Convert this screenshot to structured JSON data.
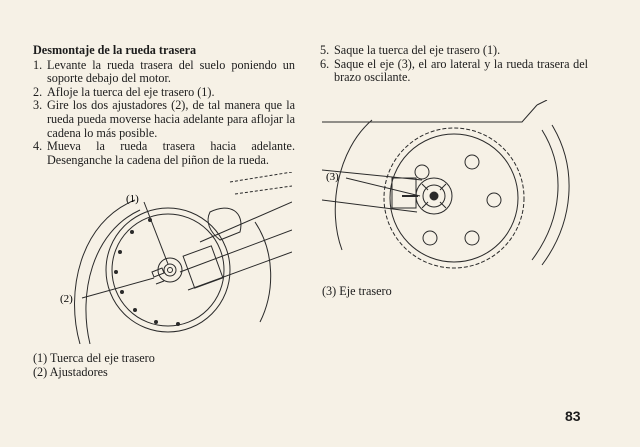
{
  "heading": "Desmontaje de la rueda trasera",
  "steps": [
    {
      "num": "1.",
      "text": "Levante la rueda trasera del suelo poniendo un soporte debajo del motor."
    },
    {
      "num": "2.",
      "text": "Afloje la tuerca del eje trasero (1)."
    },
    {
      "num": "3.",
      "text": "Gire los dos ajustadores (2), de tal manera que la rueda pueda moverse hacia adelante para aflojar la cadena lo más posible."
    },
    {
      "num": "4.",
      "text": "Mueva la rueda trasera hacia adelante. Desenganche la cadena del piñon de la rueda."
    },
    {
      "num": "5.",
      "text": "Saque la tuerca del eje trasero (1)."
    },
    {
      "num": "6.",
      "text": "Saque el eje (3), el aro lateral y la rueda trasera del brazo oscilante."
    }
  ],
  "figure_left": {
    "callouts": [
      "(1)",
      "(2)"
    ],
    "captions": [
      "(1)  Tuerca del eje trasero",
      "(2)  Ajustadores"
    ]
  },
  "figure_right": {
    "callouts": [
      "(3)"
    ],
    "captions": [
      "(3)  Eje trasero"
    ]
  },
  "page_number": "83"
}
